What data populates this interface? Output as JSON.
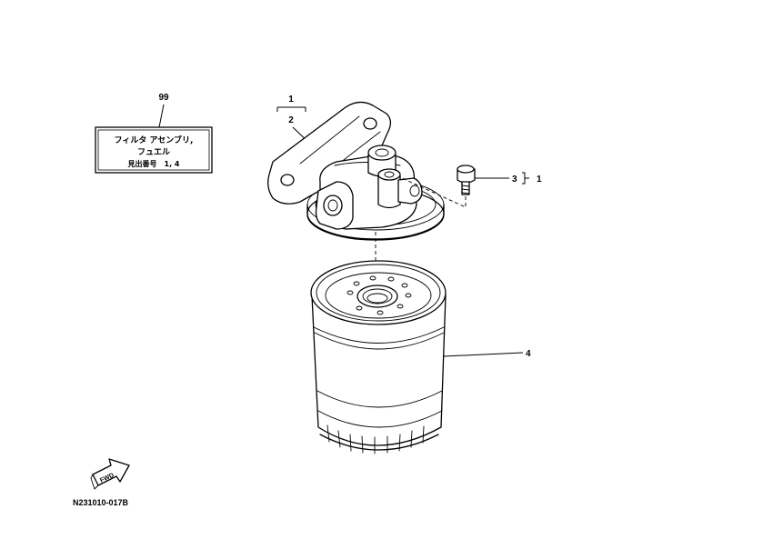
{
  "callouts": {
    "c99": "99",
    "c1": "1",
    "c2": "2",
    "c3": "3",
    "c3_group": "1",
    "c4": "4"
  },
  "kit_box": {
    "line1": "フィルタ アセンブリ,",
    "line2": "フュエル",
    "line3": "見出番号　1, 4"
  },
  "fwd_label": "FWD",
  "drawing_code": "N231010-017B"
}
